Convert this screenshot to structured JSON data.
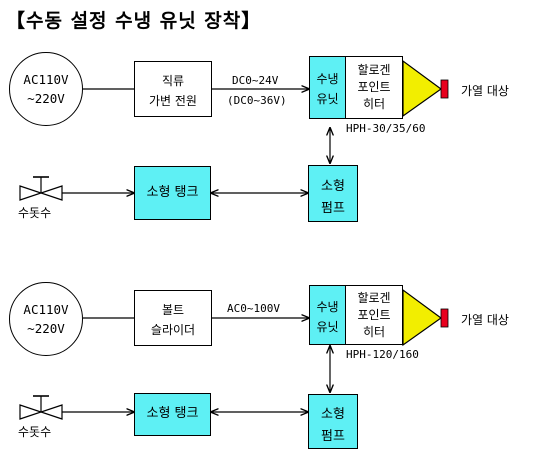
{
  "title": "【수동 설정 수냉 유닛 장착】",
  "colors": {
    "unit_fill": "#5ef0f4",
    "cone_fill": "#f2ee00",
    "target_fill": "#e8001e"
  },
  "rows": [
    {
      "power": {
        "line1": "AC110V",
        "line2": "~220V"
      },
      "supply": {
        "line1": "직류",
        "line2": "가변 전원"
      },
      "voltage": {
        "line1": "DC0~24V",
        "line2": "(DC0~36V)"
      },
      "unit": {
        "line1": "수냉",
        "line2": "유닛"
      },
      "heater": {
        "line1": "할로겐",
        "line2": "포인트",
        "line3": "히터"
      },
      "model": "HPH-30/35/60",
      "target": "가열 대상",
      "tap": "수돗수",
      "tank": "소형 탱크",
      "pump": {
        "line1": "소형",
        "line2": "펌프"
      }
    },
    {
      "power": {
        "line1": "AC110V",
        "line2": "~220V"
      },
      "supply": {
        "line1": "볼트",
        "line2": "슬라이더"
      },
      "voltage": {
        "line1": "AC0~100V",
        "line2": ""
      },
      "unit": {
        "line1": "수냉",
        "line2": "유닛"
      },
      "heater": {
        "line1": "할로겐",
        "line2": "포인트",
        "line3": "히터"
      },
      "model": "HPH-120/160",
      "target": "가열 대상",
      "tap": "수돗수",
      "tank": "소형 탱크",
      "pump": {
        "line1": "소형",
        "line2": "펌프"
      }
    }
  ]
}
